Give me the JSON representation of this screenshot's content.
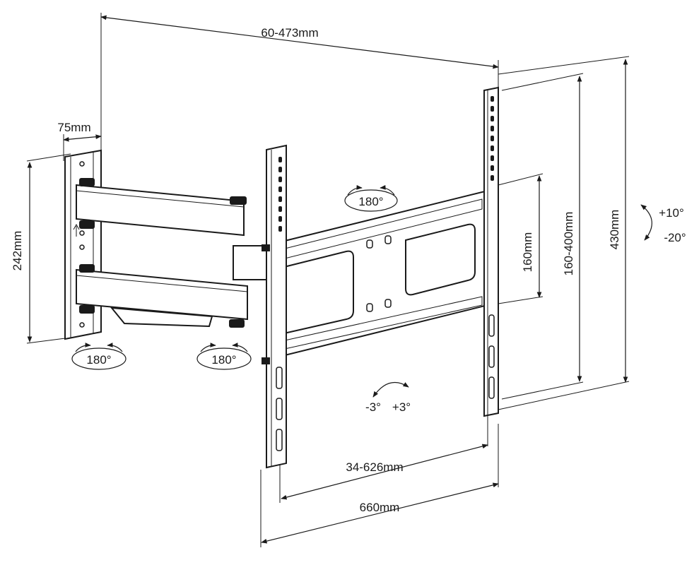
{
  "dimensions": {
    "arm_extension": "60-473mm",
    "wall_plate_depth": "75mm",
    "wall_plate_height": "242mm",
    "vesa_height_small": "160mm",
    "vesa_height_range": "160-400mm",
    "bracket_height": "430mm",
    "vesa_width_range": "34-626mm",
    "bracket_width": "660mm"
  },
  "rotations": {
    "top_swivel": "180°",
    "wall_swivel": "180°",
    "arm_swivel": "180°",
    "level_minus": "-3°",
    "level_plus": "+3°",
    "tilt_up": "+10°",
    "tilt_down": "-20°"
  }
}
